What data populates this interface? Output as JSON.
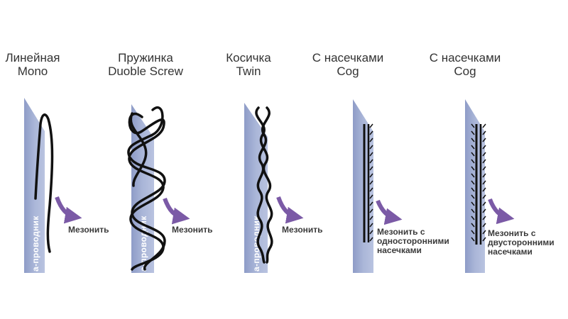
{
  "colors": {
    "needle": "#a3b0d3",
    "needle_edge": "#8c9bc4",
    "thread": "#111111",
    "arrow": "#7b5aa6",
    "text": "#333333"
  },
  "panels": [
    {
      "id": "mono",
      "title_ru": "Линейная",
      "title_en": "Mono",
      "needle_label": "а-проводник",
      "caption": [
        "Мезонить"
      ]
    },
    {
      "id": "double-screw",
      "title_ru": "Пружинка",
      "title_en": "Duoble Screw",
      "needle_label": "а-проводник",
      "caption": [
        "Мезонить"
      ]
    },
    {
      "id": "twin",
      "title_ru": "Косичка",
      "title_en": "Twin",
      "needle_label": "а-проводник",
      "caption": [
        "Мезонить"
      ]
    },
    {
      "id": "cog-single",
      "title_ru": "С насечками",
      "title_en": "Cog",
      "caption": [
        "Мезонить с",
        "односторонними",
        "насечками"
      ]
    },
    {
      "id": "cog-double",
      "title_ru": "С насечками",
      "title_en": "Cog",
      "caption": [
        "Мезонить с",
        "двусторонними",
        "насечками"
      ]
    }
  ]
}
